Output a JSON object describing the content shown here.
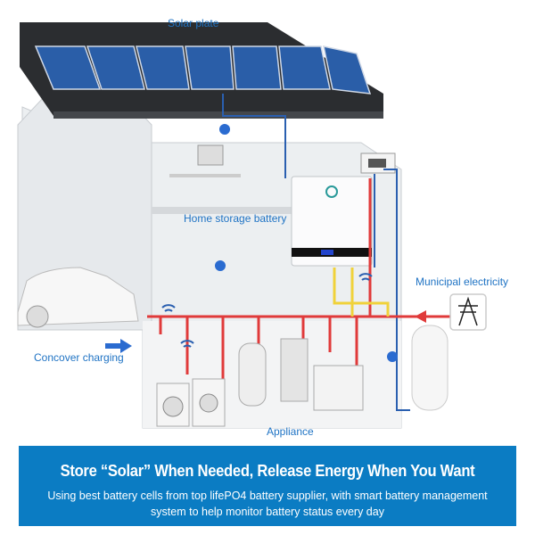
{
  "labels": {
    "solar_plate": "Solar plate",
    "home_storage_battery": "Home storage battery",
    "municipal_electricity": "Municipal electricity",
    "concover_charging": "Concover charging",
    "appliance": "Appliance"
  },
  "banner": {
    "title": "Store “Solar” When Needed, Release Energy When You Want",
    "description": "Using best battery cells from top lifePO4 battery supplier, with smart battery management system to help monitor battery status every day"
  },
  "colors": {
    "label_blue": "#1f73c4",
    "banner_blue": "#0b7cc3",
    "dc_wire": "#e03a3a",
    "ac_wire": "#f0d23a",
    "signal_wire": "#2a5fb0"
  }
}
